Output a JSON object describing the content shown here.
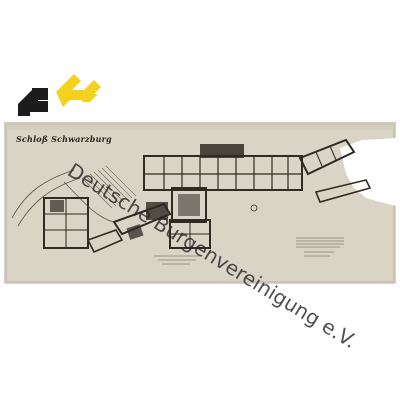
{
  "logo": {
    "name": "association-logo",
    "colors": {
      "dark": "#1c1c1c",
      "accent": "#f2d21c"
    }
  },
  "plan": {
    "title": "Schloß Schwarzburg",
    "paper_color": "#d9d4c6",
    "ink_color": "#2f2a23"
  },
  "watermark": {
    "text": "Deutsche Burgenvereinigung e.V."
  }
}
